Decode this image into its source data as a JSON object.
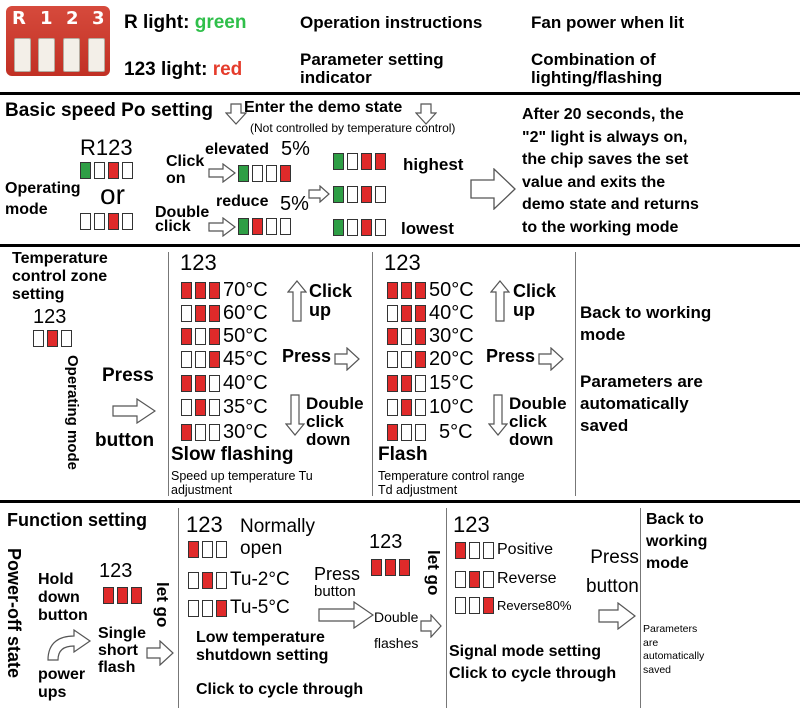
{
  "legend": {
    "pcb_labels": [
      "R",
      "1",
      "2",
      "3"
    ],
    "r_light_label": "R light:",
    "r_light_value": "green",
    "l123_label": "123 light:",
    "l123_value": "red",
    "op_instructions": "Operation instructions",
    "param_indicator_1": "Parameter setting",
    "param_indicator_2": "indicator",
    "fan_power": "Fan power when lit",
    "combination_1": "Combination of",
    "combination_2": "lighting/flashing",
    "green_color": "#2e9e45",
    "red_color": "#e02a2a"
  },
  "basic": {
    "title": "Basic speed Po setting",
    "enter_demo": "Enter the demo state",
    "not_controlled": "(Not controlled by temperature control)",
    "r123": "R123",
    "or": "or",
    "operating": "Operating",
    "mode": "mode",
    "click": "Click",
    "on": "on",
    "double": "Double",
    "click2": "click",
    "elevated": "elevated",
    "five_pct_up": "5%",
    "reduce": "reduce",
    "five_pct_down": "5%",
    "highest": "highest",
    "lowest": "lowest",
    "after_lines": [
      "After 20 seconds, the",
      "\"2\" light is always on,",
      "the chip saves the set",
      "value and exits the",
      "demo state and returns",
      "to the working mode"
    ]
  },
  "temp": {
    "title_lines": [
      "Temperature",
      "control zone",
      "setting"
    ],
    "digits": "123",
    "vertical_mode": "Operating mode",
    "press": "Press",
    "button": "button",
    "tu_temps": [
      "70°C",
      "60°C",
      "50°C",
      "45°C",
      "40°C",
      "35°C",
      "30°C"
    ],
    "td_temps": [
      "50°C",
      "40°C",
      "30°C",
      "20°C",
      "15°C",
      "10°C",
      "5°C"
    ],
    "click": "Click",
    "up": "up",
    "press2": "Press",
    "double": "Double",
    "click2": "click",
    "down": "down",
    "slow_flashing": "Slow flashing",
    "tu_adj_1": "Speed up temperature Tu",
    "tu_adj_2": "adjustment",
    "flash": "Flash",
    "td_adj_1": "Temperature control range",
    "td_adj_2": "Td adjustment",
    "back_1": "Back to working",
    "back_2": "mode",
    "params_lines": [
      "Parameters are",
      "automatically",
      "saved"
    ]
  },
  "func": {
    "title": "Function setting",
    "power_off": "Power-off state",
    "hold_lines": [
      "Hold",
      "down",
      "button"
    ],
    "power_lines": [
      "power",
      "ups"
    ],
    "digits": "123",
    "single_lines": [
      "Single",
      "short",
      "flash"
    ],
    "let_go": "let go",
    "normally": "Normally",
    "open": "open",
    "tu2": "Tu-2°C",
    "tu5": "Tu-5°C",
    "press": "Press",
    "button": "button",
    "double_flashes": "Double flashes",
    "low_temp_1": "Low temperature",
    "low_temp_2": "shutdown setting",
    "click_cycle": "Click to cycle through",
    "positive": "Positive",
    "reverse": "Reverse",
    "reverse80": "Reverse80%",
    "press2": "Press",
    "button2": "button",
    "signal_mode": "Signal mode setting",
    "click_cycle2": "Click to cycle through",
    "back_lines": [
      "Back to",
      "working",
      "mode"
    ],
    "params_lines": [
      "Parameters",
      "are",
      "automatically",
      "saved"
    ]
  }
}
